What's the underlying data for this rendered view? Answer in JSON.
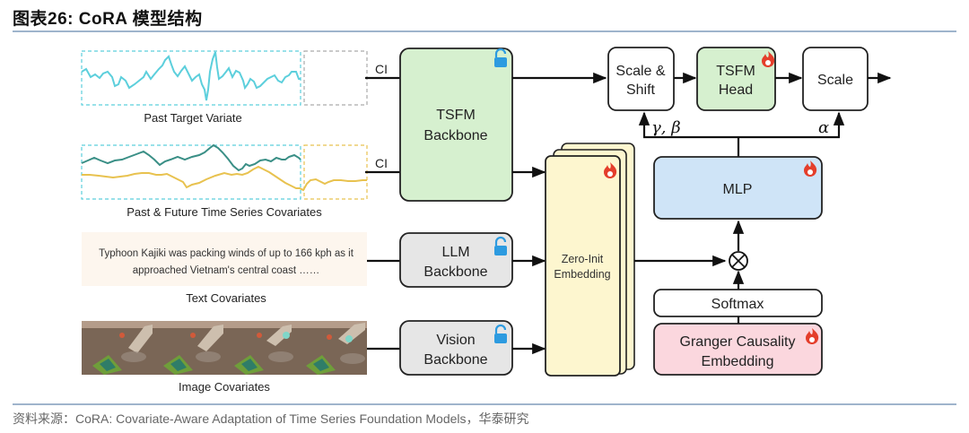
{
  "header": {
    "title": "图表26:  CoRA 模型结构"
  },
  "footer": {
    "source": "资料来源：CoRA: Covariate-Aware Adaptation of Time Series Foundation Models，华泰研究"
  },
  "inputs": {
    "past_target_label": "Past Target Variate",
    "covariates_ts_label": "Past & Future Time Series Covariates",
    "text_snippet_line1": "Typhoon Kajiki was packing winds of up to 166 kph as it",
    "text_snippet_line2": "approached Vietnam's central coast ……",
    "text_covariates_label": "Text Covariates",
    "image_covariates_label": "Image Covariates",
    "ci_label_1": "CI",
    "ci_label_2": "CI"
  },
  "blocks": {
    "tsfm_backbone": [
      "TSFM",
      "Backbone"
    ],
    "llm_backbone": [
      "LLM",
      "Backbone"
    ],
    "vision_backbone": [
      "Vision",
      "Backbone"
    ],
    "zero_init": [
      "Zero-Init",
      "Embedding"
    ],
    "scale_shift": [
      "Scale &",
      "Shift"
    ],
    "tsfm_head": [
      "TSFM",
      "Head"
    ],
    "scale": "Scale",
    "mlp": "MLP",
    "softmax": "Softmax",
    "granger": [
      "Granger Causality",
      "Embedding"
    ],
    "gamma_beta": "γ, β",
    "alpha": "α"
  },
  "colors": {
    "green_block": "#d6f0cf",
    "gray_block": "#e6e6e6",
    "yellow_block": "#fdf6cf",
    "blue_block": "#cfe4f7",
    "pink_block": "#fbd7de",
    "white_block": "#ffffff",
    "cyan_series": "#5ccfdc",
    "teal_series": "#3a8f86",
    "gold_series": "#e8c24f",
    "lock": "#2d9be0",
    "flame": "#e43e2b",
    "text_panel": "#fdf6ee"
  }
}
